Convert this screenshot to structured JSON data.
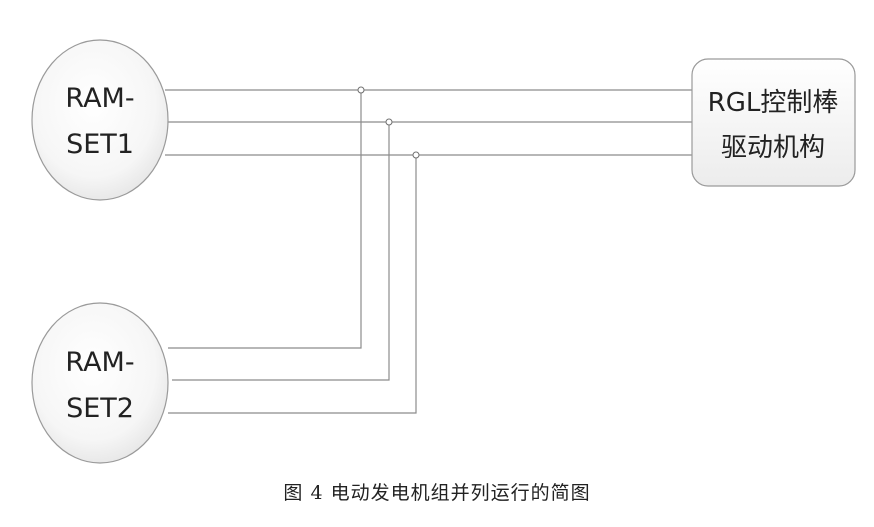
{
  "nodes": {
    "set1": {
      "line1": "RAM-",
      "line2": "SET1"
    },
    "set2": {
      "line1": "RAM-",
      "line2": "SET2"
    },
    "drive": {
      "line1": "RGL控制棒",
      "line2": "驱动机构"
    }
  },
  "caption": "图 4 电动发电机组并列运行的简图"
}
